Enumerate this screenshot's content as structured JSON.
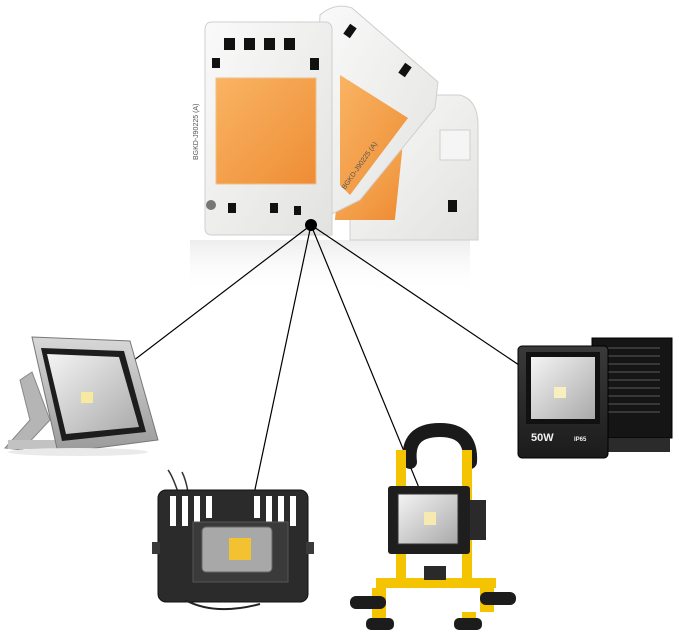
{
  "product": {
    "chip_label": "BGKD-J90225 (A)",
    "fixtures": [
      {
        "id": "gray-floodlight"
      },
      {
        "id": "black-slotted-floodlight"
      },
      {
        "id": "yellow-work-light"
      },
      {
        "id": "black-floodlight",
        "wattage": "50W",
        "rating": "IP65"
      }
    ]
  },
  "colors": {
    "led": "#f7a64a",
    "led_dark": "#e8862a",
    "board": "#f2f2f0",
    "connector": "#000000",
    "frame_yellow": "#f5c400"
  }
}
